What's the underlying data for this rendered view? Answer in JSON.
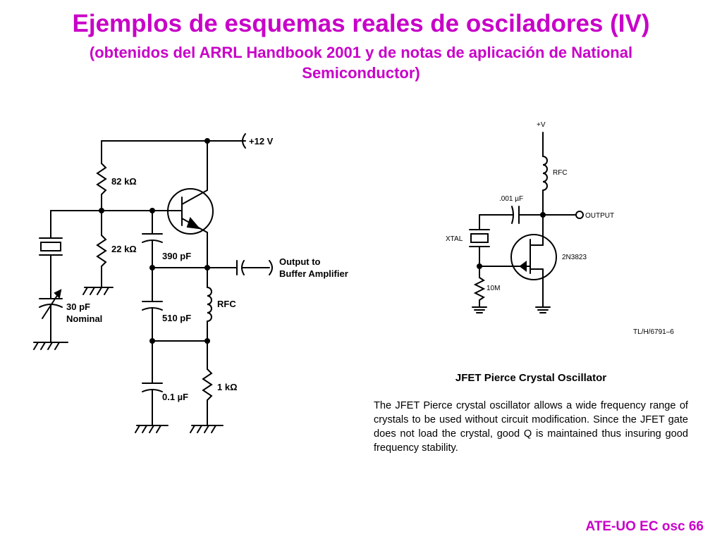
{
  "slide": {
    "title": "Ejemplos de esquemas reales de osciladores (IV)",
    "subtitle": "(obtenidos del ARRL Handbook 2001 y de notas de aplicación de National Semiconductor)",
    "footer": "ATE-UO EC osc 66",
    "title_color": "#c800c8"
  },
  "left_circuit": {
    "supply": "+12 V",
    "r_top": "82 kΩ",
    "r_bottom": "22 kΩ",
    "c1": "390 pF",
    "c2": "510 pF",
    "c3": "0.1 µF",
    "choke": "RFC",
    "r_emitter": "1 kΩ",
    "trimmer_line1": "30 pF",
    "trimmer_line2": "Nominal",
    "output_line1": "Output to",
    "output_line2": "Buffer Amplifier"
  },
  "right_circuit": {
    "supply": "+V",
    "choke": "RFC",
    "cap": ".001 µF",
    "output": "OUTPUT",
    "crystal": "XTAL",
    "transistor": "2N3823",
    "resistor": "10M",
    "figure_id": "TL/H/6791–6",
    "caption": "JFET Pierce Crystal Oscillator",
    "description": "The JFET Pierce crystal oscillator allows a wide frequency range of crystals to be used without circuit modification. Since the JFET gate does not load the crystal, good Q is maintained thus insuring good frequency stability."
  }
}
